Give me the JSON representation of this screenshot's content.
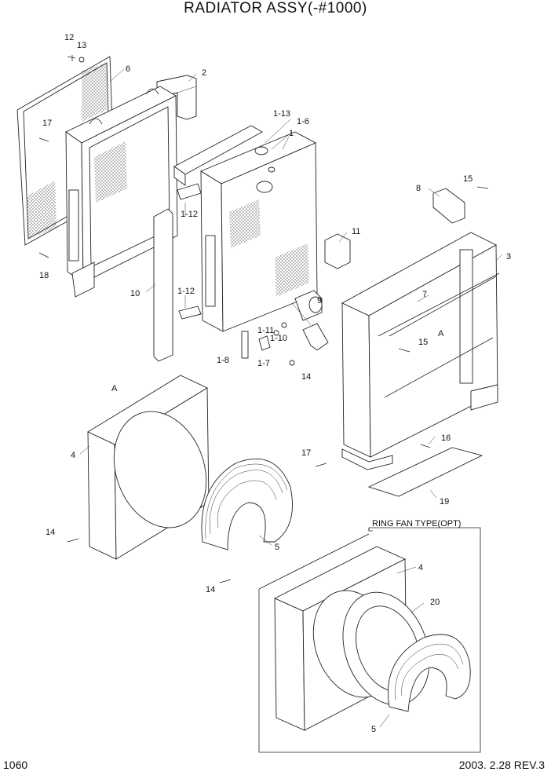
{
  "title": "RADIATOR ASSY(-#1000)",
  "inset_title": "RING FAN TYPE(OPT)",
  "page_number": "1060",
  "date_revision": "2003. 2.28  REV.3",
  "callouts": {
    "c1": "1",
    "c2": "2",
    "c3": "3",
    "c4a": "4",
    "c4b": "4",
    "c5a": "5",
    "c5b": "5",
    "c6": "6",
    "c7": "7",
    "c8": "8",
    "c9": "9",
    "c10": "10",
    "c11": "11",
    "c12": "12",
    "c13": "13",
    "c14a": "14",
    "c14b": "14",
    "c14c": "14",
    "c15a": "15",
    "c15b": "15",
    "c16": "16",
    "c17a": "17",
    "c17b": "17",
    "c18": "18",
    "c19": "19",
    "c20": "20",
    "c1_6": "1-6",
    "c1_7": "1-7",
    "c1_8": "1-8",
    "c1_10": "1-10",
    "c1_11": "1-11",
    "c1_12a": "1-12",
    "c1_12b": "1-12",
    "c1_13": "1-13",
    "cA1": "A",
    "cA2": "A"
  }
}
